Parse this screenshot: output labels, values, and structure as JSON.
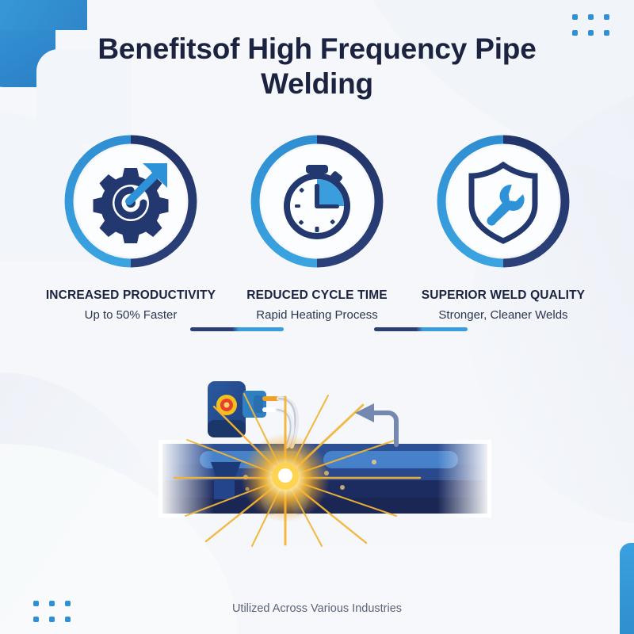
{
  "page": {
    "title": "Benefitsof High Frequency Pipe Welding",
    "footer_text": "Utilized Across Various Industries"
  },
  "colors": {
    "accent_blue": "#3a9ddd",
    "dark_navy": "#24376b",
    "title_navy": "#1b2340",
    "background": "#f5f7fa",
    "spark_orange": "#f5a623",
    "spark_core": "#ffffff",
    "indicator_red": "#e8402a",
    "indicator_yellow": "#f3c01f",
    "arrow_slate": "#7589b0",
    "pipe_blue": "#3b6bb5",
    "pipe_dark": "#1b2a5e"
  },
  "benefits": [
    {
      "icon": "gear-growth-arrow-icon",
      "title": "INCREASED PRODUCTIVITY",
      "subtitle": "Up to 50% Faster"
    },
    {
      "icon": "stopwatch-icon",
      "title": "REDUCED CYCLE TIME",
      "subtitle": "Rapid Heating Process"
    },
    {
      "icon": "shield-wrench-icon",
      "title": "SUPERIOR WELD QUALITY",
      "subtitle": "Stronger, Cleaner Welds"
    }
  ],
  "illustration": {
    "name": "high-frequency-pipe-welding-scene",
    "elements": [
      "welding-machine-head",
      "machine-indicator-light",
      "cable-orange",
      "cable-white",
      "pipe-workpiece",
      "weld-spark-burst",
      "direction-arrow-left"
    ]
  },
  "decorations": {
    "corner_top_left": "rounded-bracket",
    "edge_right": "rounded-bar",
    "dot_grids": 2,
    "dots_per_grid": 6
  }
}
